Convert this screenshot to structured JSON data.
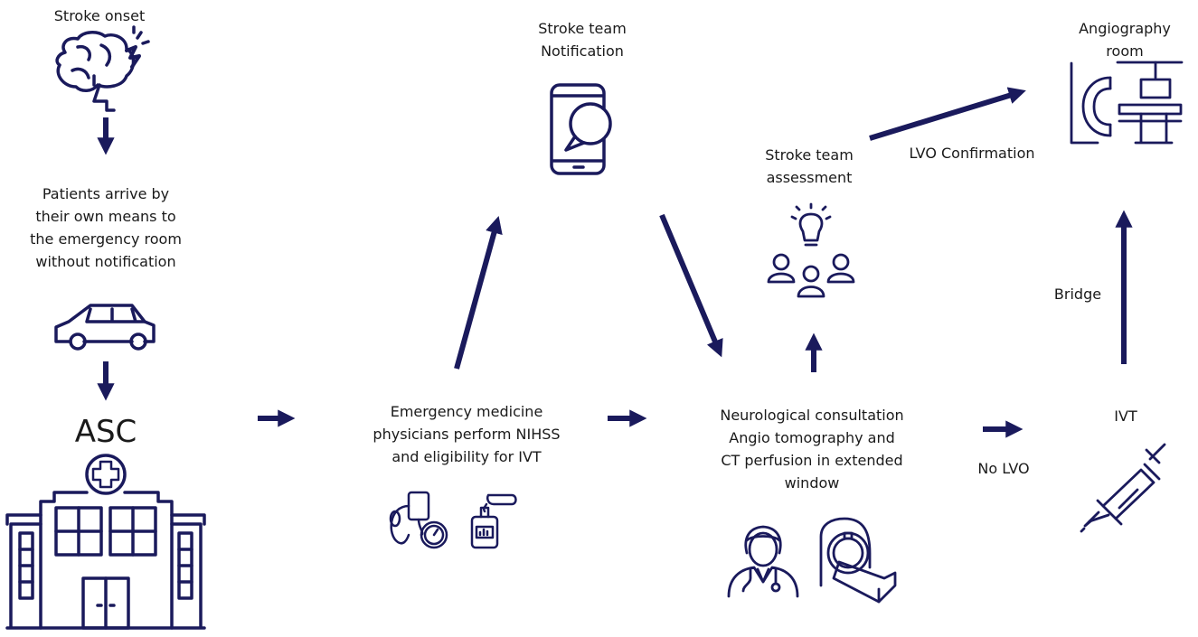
{
  "colors": {
    "primary": "#1a1a5c",
    "text": "#1a1a1a",
    "background": "#ffffff"
  },
  "nodes": {
    "stroke_onset": "Stroke onset",
    "patients_arrive": "Patients arrive by\ntheir own means to\nthe emergency room\nwithout notification",
    "asc": "ASC",
    "emergency": "Emergency medicine\nphysicians perform NIHSS\nand eligibility for IVT",
    "notification": "Stroke team\nNotification",
    "neuro": "Neurological consultation\nAngio tomography and\nCT perfusion in extended\nwindow",
    "assessment": "Stroke team\nassessment",
    "ivt": "IVT",
    "angio_room": "Angiography room"
  },
  "edge_labels": {
    "lvo_confirmation": "LVO Confirmation",
    "no_lvo": "No LVO",
    "bridge": "Bridge"
  },
  "icons": [
    "brain-lightning-icon",
    "car-icon",
    "hospital-icon",
    "blood-pressure-icon",
    "glucometer-icon",
    "smartphone-chat-icon",
    "team-idea-icon",
    "doctor-icon",
    "ct-scanner-icon",
    "syringe-icon",
    "angiography-machine-icon"
  ]
}
